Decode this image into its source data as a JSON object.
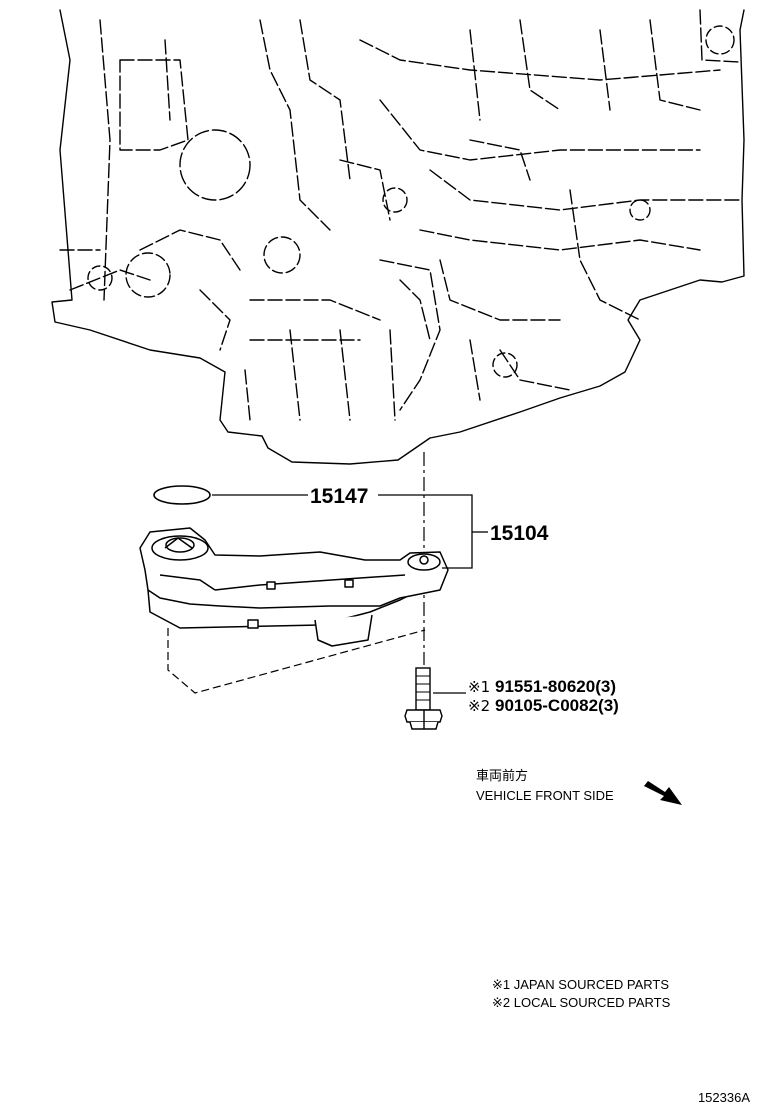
{
  "parts": {
    "o_ring": "15147",
    "strainer_assy": "15104"
  },
  "bolts": [
    {
      "mark": "※1",
      "part": "91551-80620(3)"
    },
    {
      "mark": "※2",
      "part": "90105-C0082(3)"
    }
  ],
  "direction": {
    "label_jp": "車両前方",
    "label_en": "VEHICLE FRONT SIDE"
  },
  "notes": [
    "※1 JAPAN SOURCED PARTS",
    "※2 LOCAL SOURCED PARTS"
  ],
  "illustration_id": "152336A"
}
